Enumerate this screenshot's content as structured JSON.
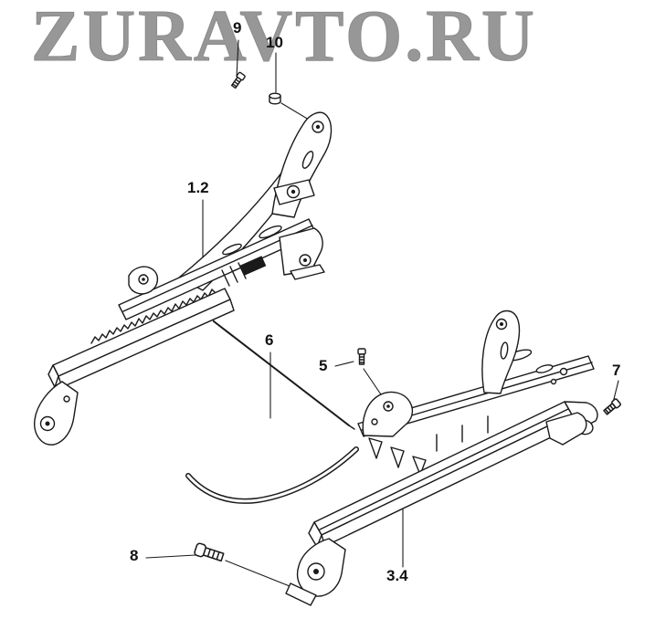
{
  "watermark": {
    "text": "ZURAVTO.RU",
    "color": "#979797"
  },
  "diagram": {
    "background": "#ffffff",
    "line_color": "#1a1a1a",
    "callouts": [
      {
        "label": "9"
      },
      {
        "label": "10"
      },
      {
        "label": "1.2"
      },
      {
        "label": "6"
      },
      {
        "label": "5"
      },
      {
        "label": "7"
      },
      {
        "label": "8"
      },
      {
        "label": "3.4"
      }
    ]
  }
}
